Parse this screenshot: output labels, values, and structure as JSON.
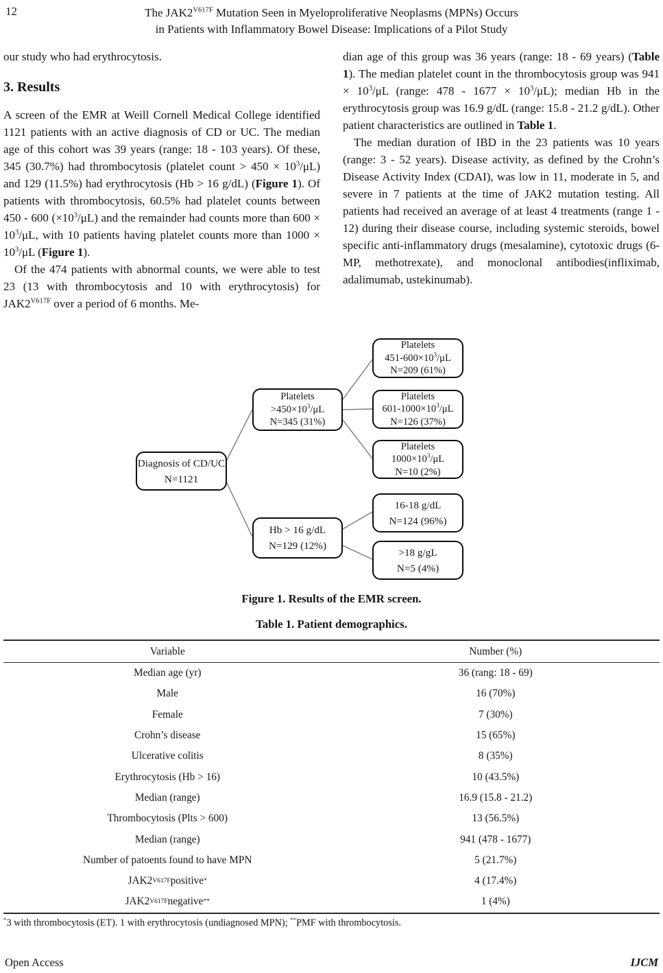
{
  "page_number": "12",
  "header": {
    "title_line1": [
      "The JAK2",
      {
        "t": "V617F",
        "sup": true
      },
      " Mutation Seen in Myeloproliferative Neoplasms (MPNs) Occurs"
    ],
    "title_line2": "in Patients with Inflammatory Bowel Disease: Implications of a Pilot Study"
  },
  "article": {
    "left": {
      "continued_line": "our study who had erythrocytosis.",
      "section_heading": "3. Results",
      "paragraph1": [
        "A screen of the EMR at Weill Cornell Medical College identified 1121 patients with an active diagnosis of CD or UC. The median age of this cohort was 39 years (range: 18 - 103 years). Of these, 345 (30.7%) had thrombocytosis (platelet count > 450 × 10",
        {
          "t": "3",
          "sup": true
        },
        "/μL) and 129 (11.5%) had erythrocytosis (Hb > 16 g/dL) (",
        {
          "t": "Figure 1",
          "b": true
        },
        "). Of patients with thrombocytosis, 60.5% had platelet counts between 450 - 600 (×10",
        {
          "t": "3",
          "sup": true
        },
        "/μL) and the remainder had counts more than 600 × 10",
        {
          "t": "3",
          "sup": true
        },
        "/μL, with 10 patients having platelet counts more than 1000 × 10",
        {
          "t": "3",
          "sup": true
        },
        "/μL (",
        {
          "t": "Figure 1",
          "b": true
        },
        ")."
      ],
      "paragraph2": [
        "Of the 474 patients with abnormal counts, we were able to test 23 (13 with thrombocytosis and 10 with erythrocytosis) for JAK2",
        {
          "t": "V617F",
          "sup": true
        },
        " over a period of 6 months. Me-"
      ]
    },
    "right": {
      "paragraph1": [
        "dian age of this group was 36 years (range: 18 - 69 years) (",
        {
          "t": "Table 1",
          "b": true
        },
        "). The median platelet count in the thrombocytosis group was 941 × 10",
        {
          "t": "3",
          "sup": true
        },
        "/μL (range: 478 - 1677 × 10",
        {
          "t": "3",
          "sup": true
        },
        "/μL); median Hb in the erythrocytosis group was 16.9 g/dL (range: 15.8 - 21.2 g/dL). Other patient characteristics are outlined in ",
        {
          "t": "Table 1",
          "b": true
        },
        "."
      ],
      "paragraph2": [
        "The median duration of IBD in the 23 patients was 10 years (range: 3 - 52 years). Disease activity, as defined by the Crohn’s Disease Activity Index (CDAI), was low in 11, moderate in 5, and severe in 7 patients at the time of JAK2 mutation testing. All patients had received an average of at least 4 treatments (range 1 - 12) during their disease course, including systemic steroids, bowel specific anti-inflammatory drugs (mesalamine), cytotoxic drugs (6-MP, methotrexate), and monoclonal antibodies(infliximab, adalimumab, ustekinumab)."
      ]
    }
  },
  "figure": {
    "caption": "Figure 1. Results of the EMR screen.",
    "nodes": {
      "diagnosis": {
        "lines": [
          [
            "Diagnosis of CD/UC"
          ],
          [
            "N=1121"
          ]
        ]
      },
      "plt_gt450": {
        "lines": [
          [
            "Platelets"
          ],
          [
            ">450×10",
            {
              "t": "3",
              "sup": true
            },
            "/μL"
          ],
          [
            "N=345 (31%)"
          ]
        ]
      },
      "plt_451_600": {
        "lines": [
          [
            "Platelets"
          ],
          [
            "451-600×10",
            {
              "t": "3",
              "sup": true
            },
            "/μL"
          ],
          [
            "N=209 (61%)"
          ]
        ]
      },
      "plt_601_1000": {
        "lines": [
          [
            "Platelets"
          ],
          [
            "601-1000×10",
            {
              "t": "3",
              "sup": true
            },
            "/μL"
          ],
          [
            "N=126 (37%)"
          ]
        ]
      },
      "plt_gt1000": {
        "lines": [
          [
            "Platelets"
          ],
          [
            "1000×10",
            {
              "t": "3",
              "sup": true
            },
            "/μL"
          ],
          [
            "N=10 (2%)"
          ]
        ]
      },
      "hb_gt16": {
        "lines": [
          [
            "Hb > 16 g/dL"
          ],
          [
            "N=129 (12%)"
          ]
        ]
      },
      "hb_16_18": {
        "lines": [
          [
            "16-18 g/dL"
          ],
          [
            "N=124 (96%)"
          ]
        ]
      },
      "hb_gt18": {
        "lines": [
          [
            ">18 g/gL"
          ],
          [
            "N=5 (4%)"
          ]
        ]
      }
    }
  },
  "table": {
    "caption": "Table 1. Patient demographics.",
    "headers": [
      "Variable",
      "Number (%)"
    ],
    "rows": [
      {
        "label": [
          "Median age (yr)"
        ],
        "value": "36 (rang: 18 - 69)"
      },
      {
        "label": [
          "Male"
        ],
        "value": "16 (70%)"
      },
      {
        "label": [
          "Female"
        ],
        "value": "7 (30%)"
      },
      {
        "label": [
          "Crohn’s disease"
        ],
        "value": "15 (65%)"
      },
      {
        "label": [
          "Ulcerative colitis"
        ],
        "value": "8 (35%)"
      },
      {
        "label": [
          "Erythrocytosis (Hb > 16)"
        ],
        "value": "10 (43.5%)"
      },
      {
        "label": [
          "Median (range)"
        ],
        "value": "16.9 (15.8 - 21.2)"
      },
      {
        "label": [
          "Thrombocytosis (Plts > 600)"
        ],
        "value": "13 (56.5%)"
      },
      {
        "label": [
          "Median (range)"
        ],
        "value": "941 (478 - 1677)"
      },
      {
        "label": [
          "Number of patoents found to have MPN"
        ],
        "value": "5 (21.7%)"
      },
      {
        "label": [
          "JAK2",
          {
            "t": "V617F",
            "sup": true
          },
          " positive",
          {
            "t": "*",
            "sup": true
          }
        ],
        "value": "4 (17.4%)"
      },
      {
        "label": [
          "JAK2",
          {
            "t": "V617F",
            "sup": true
          },
          " negative",
          {
            "t": "**",
            "sup": true
          }
        ],
        "value": "1 (4%)"
      }
    ],
    "footnote": [
      {
        "t": "*",
        "sup": true
      },
      "3 with thrombocytosis (ET). 1 with erythrocytosis (undiagnosed MPN); ",
      {
        "t": "**",
        "sup": true
      },
      "PMF with thrombocytosis."
    ]
  },
  "footer": {
    "left": "Open Access",
    "right": "IJCM"
  }
}
